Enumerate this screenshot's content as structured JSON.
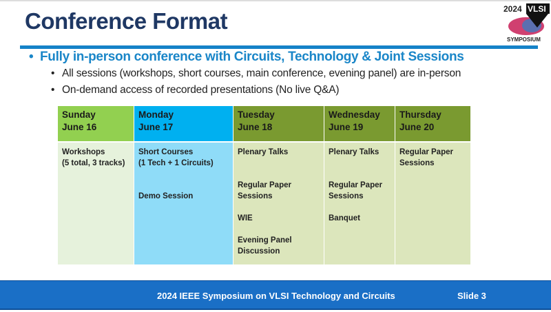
{
  "title": "Conference Format",
  "logo": {
    "year": "2024",
    "name": "VLSI",
    "sub": "SYMPOSIUM"
  },
  "bullets": {
    "main": "Fully in-person conference with Circuits, Technology & Joint Sessions",
    "sub": [
      "All sessions (workshops, short courses, main conference, evening panel) are in-person",
      "On-demand access of recorded presentations (No live Q&A)"
    ]
  },
  "schedule": [
    {
      "day": "Sunday",
      "date": "June 16",
      "header_color": "#92d050",
      "body_color": "#e6f2dc",
      "lines": [
        "Workshops",
        "(5 total, 3 tracks)"
      ]
    },
    {
      "day": "Monday",
      "date": "June 17",
      "header_color": "#00b0f0",
      "body_color": "#8fdcf8",
      "lines": [
        "Short Courses",
        "(1 Tech + 1 Circuits)",
        "Demo Session"
      ]
    },
    {
      "day": "Tuesday",
      "date": "June 18",
      "header_color": "#7a9a30",
      "body_color": "#dce6bc",
      "lines": [
        "Plenary Talks",
        "Regular Paper",
        "Sessions",
        "WIE",
        "Evening Panel",
        "Discussion"
      ]
    },
    {
      "day": "Wednesday",
      "date": "June 19",
      "header_color": "#7a9a30",
      "body_color": "#dce6bc",
      "lines": [
        "Plenary Talks",
        "Regular Paper",
        "Sessions",
        "Banquet"
      ]
    },
    {
      "day": "Thursday",
      "date": "June 20",
      "header_color": "#7a9a30",
      "body_color": "#dce6bc",
      "lines": [
        "Regular Paper",
        "Sessions"
      ]
    }
  ],
  "footer": {
    "text": "2024 IEEE Symposium on VLSI Technology and Circuits",
    "slide": "Slide 3"
  }
}
